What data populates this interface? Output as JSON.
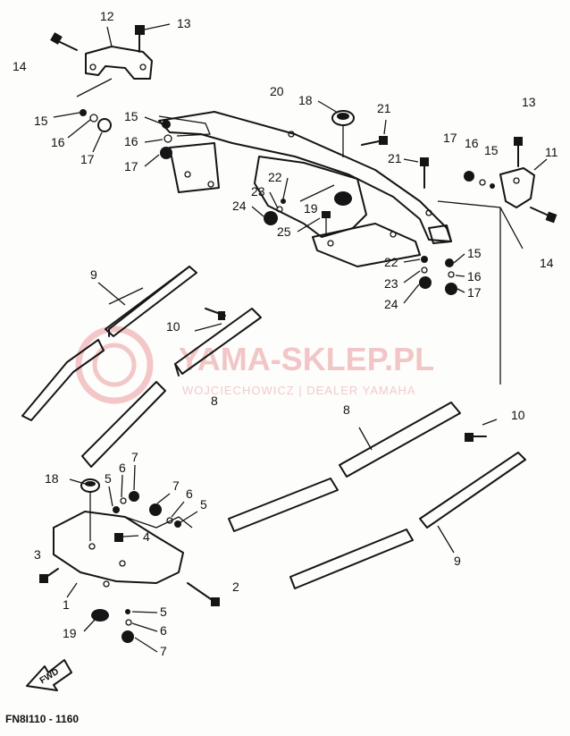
{
  "watermark": {
    "brand": "YAMA-SKLEP.PL",
    "dealer": "WOJCIECHOWICZ | DEALER YAMAHA"
  },
  "diagram_code": "FN8I110 - 1160",
  "direction_badge": "FWD",
  "callouts": [
    {
      "id": "c12a",
      "label": "12"
    },
    {
      "id": "c13a",
      "label": "13"
    },
    {
      "id": "c14a",
      "label": "14"
    },
    {
      "id": "c15a",
      "label": "15"
    },
    {
      "id": "c16a",
      "label": "16"
    },
    {
      "id": "c17a",
      "label": "17"
    },
    {
      "id": "c15b",
      "label": "15"
    },
    {
      "id": "c16b",
      "label": "16"
    },
    {
      "id": "c17b",
      "label": "17"
    },
    {
      "id": "c20",
      "label": "20"
    },
    {
      "id": "c18a",
      "label": "18"
    },
    {
      "id": "c21a",
      "label": "21"
    },
    {
      "id": "c21b",
      "label": "21"
    },
    {
      "id": "c13b",
      "label": "13"
    },
    {
      "id": "c11",
      "label": "11"
    },
    {
      "id": "c17c",
      "label": "17"
    },
    {
      "id": "c16c",
      "label": "16"
    },
    {
      "id": "c15c",
      "label": "15"
    },
    {
      "id": "c14b",
      "label": "14"
    },
    {
      "id": "c22a",
      "label": "22"
    },
    {
      "id": "c23a",
      "label": "23"
    },
    {
      "id": "c24a",
      "label": "24"
    },
    {
      "id": "c19a",
      "label": "19"
    },
    {
      "id": "c25",
      "label": "25"
    },
    {
      "id": "c15d",
      "label": "15"
    },
    {
      "id": "c16d",
      "label": "16"
    },
    {
      "id": "c17d",
      "label": "17"
    },
    {
      "id": "c22b",
      "label": "22"
    },
    {
      "id": "c23b",
      "label": "23"
    },
    {
      "id": "c24b",
      "label": "24"
    },
    {
      "id": "c9a",
      "label": "9"
    },
    {
      "id": "c10a",
      "label": "10"
    },
    {
      "id": "c8a",
      "label": "8"
    },
    {
      "id": "c8b",
      "label": "8"
    },
    {
      "id": "c10b",
      "label": "10"
    },
    {
      "id": "c9b",
      "label": "9"
    },
    {
      "id": "c18b",
      "label": "18"
    },
    {
      "id": "c5a",
      "label": "5"
    },
    {
      "id": "c6a",
      "label": "6"
    },
    {
      "id": "c7a",
      "label": "7"
    },
    {
      "id": "c7b",
      "label": "7"
    },
    {
      "id": "c6b",
      "label": "6"
    },
    {
      "id": "c5b",
      "label": "5"
    },
    {
      "id": "c4",
      "label": "4"
    },
    {
      "id": "c3",
      "label": "3"
    },
    {
      "id": "c1",
      "label": "1"
    },
    {
      "id": "c2",
      "label": "2"
    },
    {
      "id": "c5c",
      "label": "5"
    },
    {
      "id": "c6c",
      "label": "6"
    },
    {
      "id": "c19b",
      "label": "19"
    },
    {
      "id": "c7c",
      "label": "7"
    }
  ]
}
